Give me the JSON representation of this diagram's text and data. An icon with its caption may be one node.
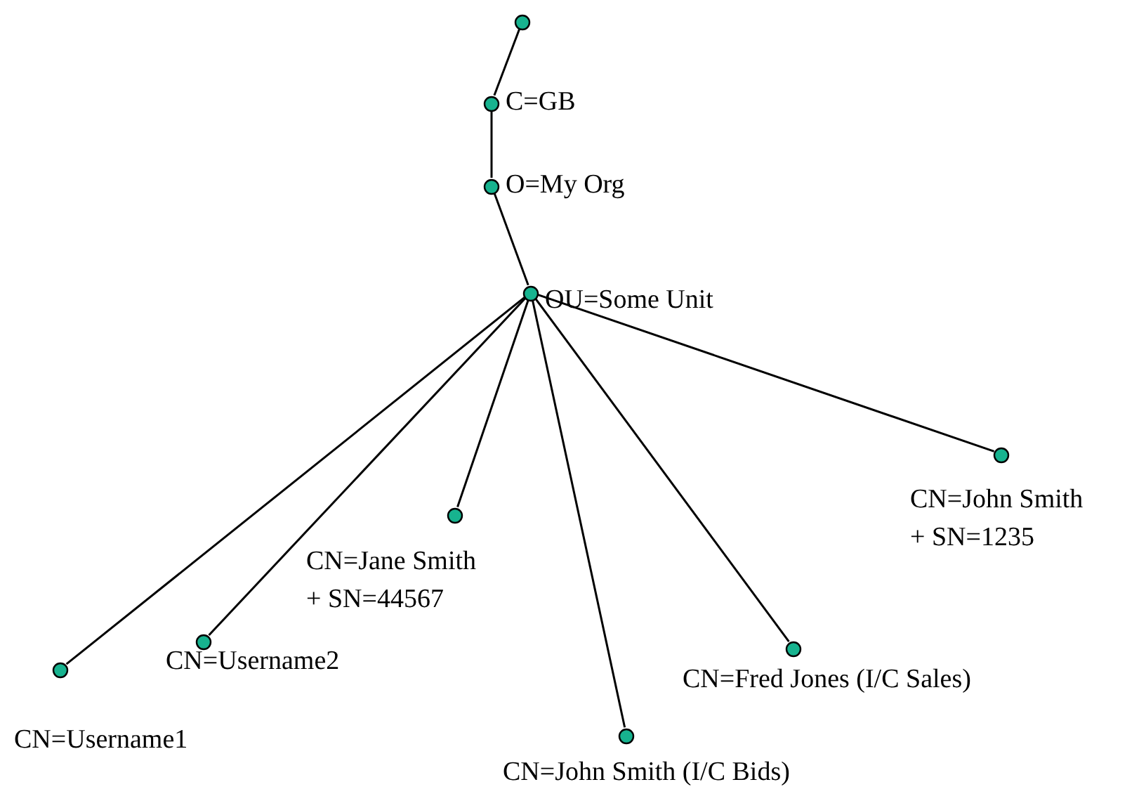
{
  "diagram": {
    "nodes": [
      {
        "text": [],
        "shape": "circle"
      },
      {
        "text": [],
        "shape": "circle",
        "beside": [
          "C=GB"
        ]
      },
      {
        "text": [],
        "shape": "circle",
        "beside": [
          "O=My Org"
        ]
      },
      {
        "text": [],
        "shape": "circle",
        "beside": [
          "OU=Some Unit"
        ]
      },
      {
        "text": [],
        "shape": "circle",
        "beside": [
          "CN=John Smith + SN=1235"
        ]
      },
      {
        "text": [],
        "shape": "circle",
        "beside": [
          "CN=Jane Smith + SN=44567"
        ]
      },
      {
        "text": [],
        "shape": "circle",
        "beside": [
          "CN=Username2"
        ]
      },
      {
        "text": [],
        "shape": "circle",
        "beside": [
          "CN=Fred Jones (I/C Sales)"
        ]
      },
      {
        "text": [],
        "shape": "circle",
        "beside": [
          "CN=Username1"
        ]
      },
      {
        "text": [],
        "shape": "circle",
        "beside": [
          "CN=John Smith (I/C Bids)"
        ]
      }
    ],
    "edges": [
      {
        "from": 0,
        "to": 1,
        "arrow": "none"
      },
      {
        "from": 1,
        "to": 2,
        "arrow": "none"
      },
      {
        "from": 2,
        "to": 3,
        "arrow": "none"
      },
      {
        "from": 3,
        "to": 4,
        "arrow": "none"
      },
      {
        "from": 3,
        "to": 5,
        "arrow": "none"
      },
      {
        "from": 3,
        "to": 6,
        "arrow": "none"
      },
      {
        "from": 3,
        "to": 7,
        "arrow": "none"
      },
      {
        "from": 3,
        "to": 8,
        "arrow": "none"
      },
      {
        "from": 3,
        "to": 9,
        "arrow": "none"
      }
    ]
  }
}
